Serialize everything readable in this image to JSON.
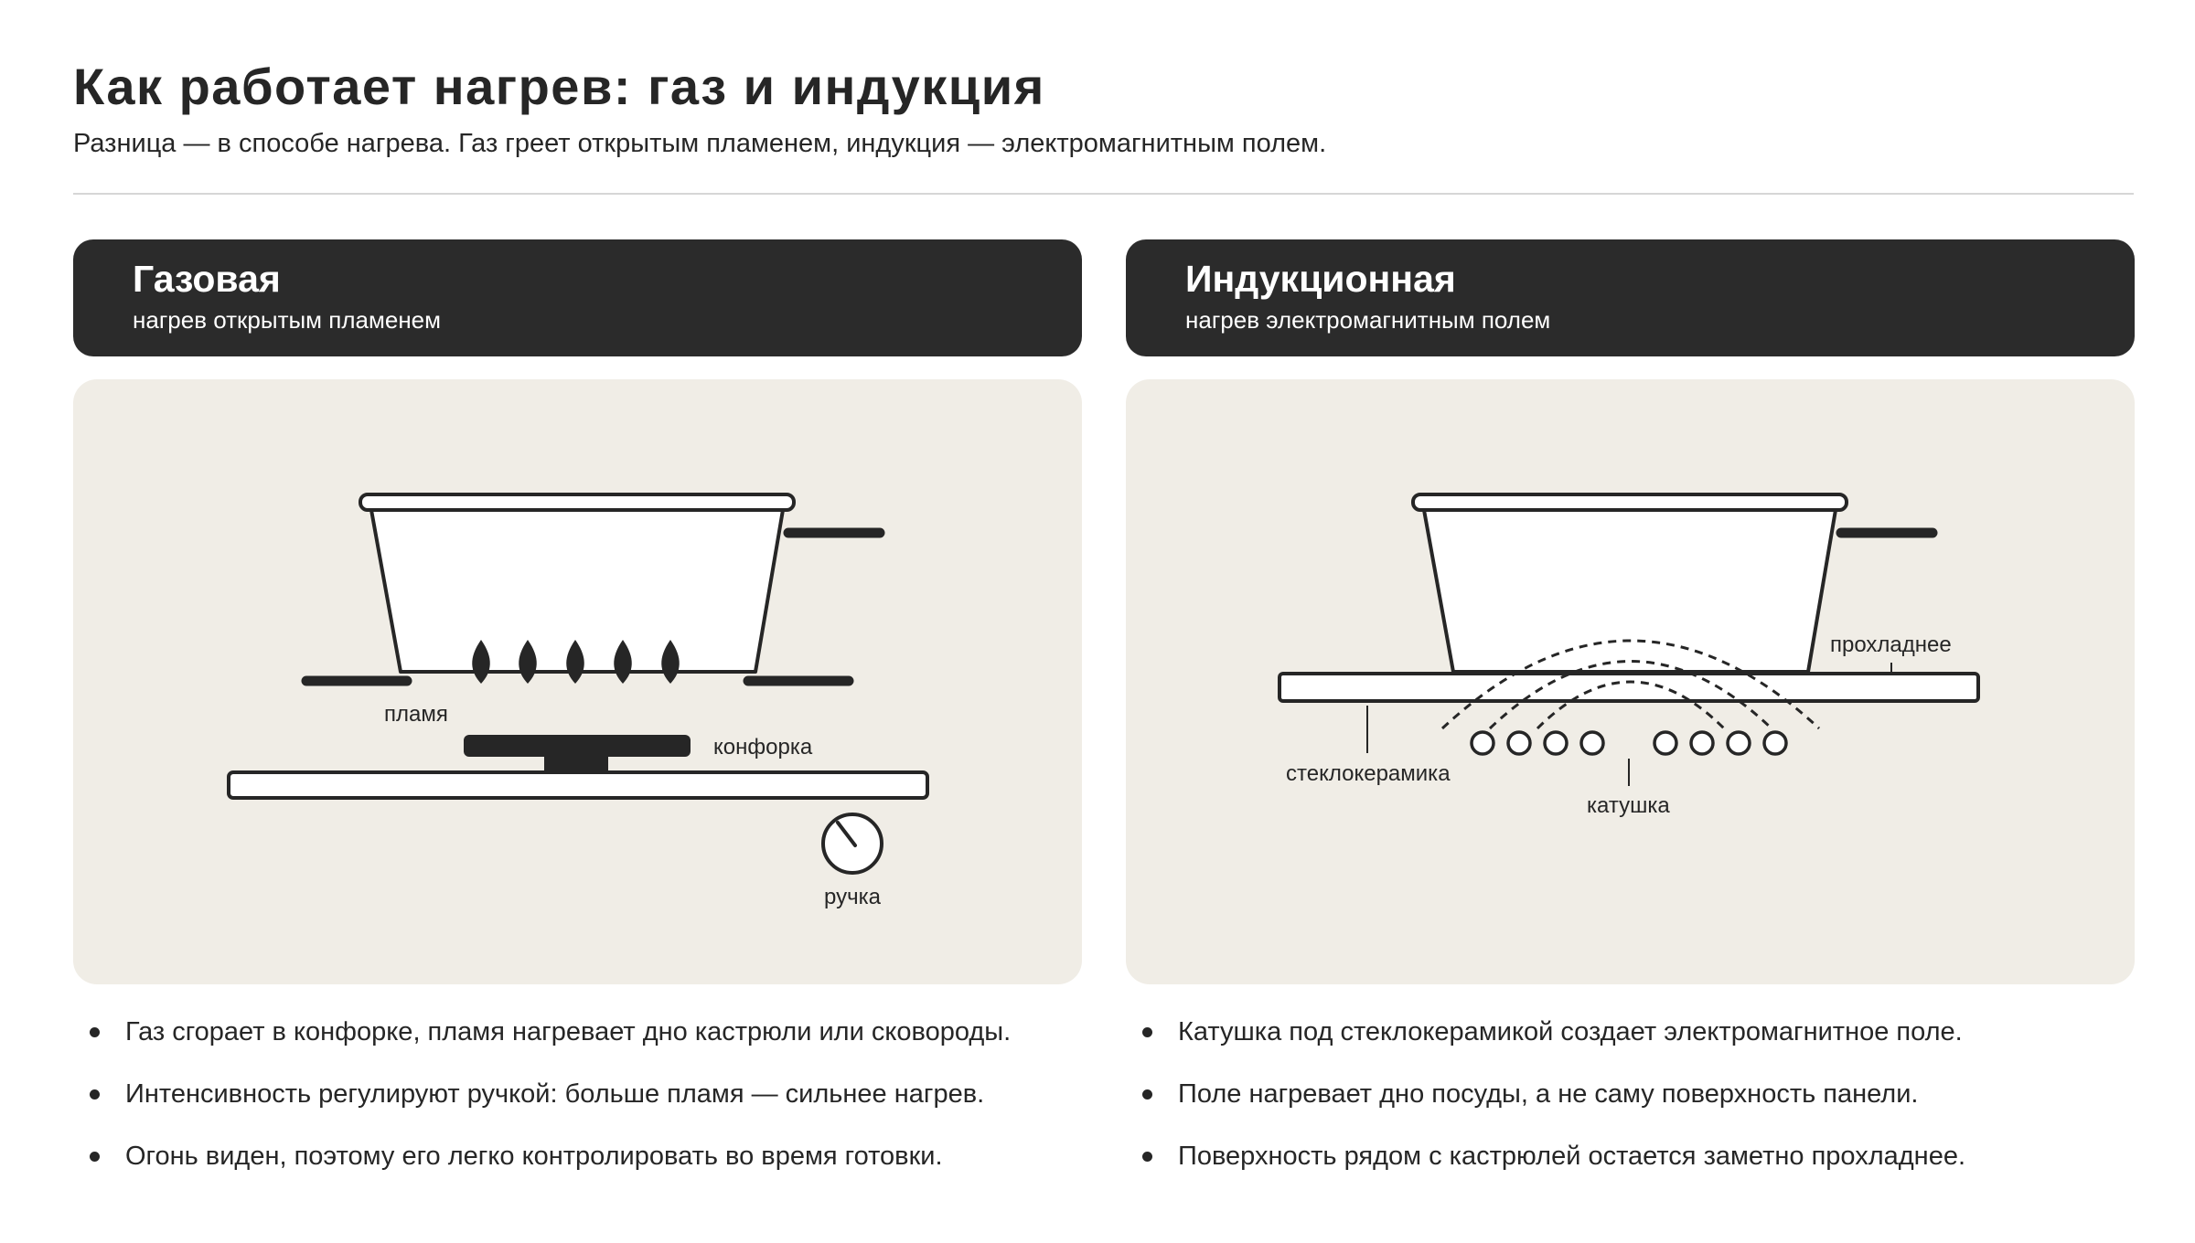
{
  "page": {
    "title": "Как работает нагрев: газ и индукция",
    "subtitle": "Разница — в способе нагрева. Газ греет открытым пламенем, индукция — электромагнитным полем."
  },
  "gas": {
    "title": "Газовая",
    "subtitle": "нагрев открытым пламенем",
    "labels": {
      "flame": "пламя",
      "burner": "конфорка",
      "knob": "ручка"
    },
    "bullets": [
      "Газ сгорает в конфорке, пламя нагревает дно кастрюли или сковороды.",
      "Интенсивность регулируют ручкой: больше пламя — сильнее нагрев.",
      "Огонь виден, поэтому его легко контролировать во время готовки."
    ]
  },
  "induction": {
    "title": "Индукционная",
    "subtitle": "нагрев электромагнитным полем",
    "labels": {
      "cooler": "прохладнее",
      "glass": "стеклокерамика",
      "coil": "катушка"
    },
    "bullets": [
      "Катушка под стеклокерамикой создает электромагнитное поле.",
      "Поле нагревает дно посуды, а не саму поверхность панели.",
      "Поверхность рядом с кастрюлей остается заметно прохладнее."
    ]
  },
  "colors": {
    "ink": "#262626",
    "header_bg": "#2b2b2b",
    "panel_bg": "#f0ede6",
    "pot_fill": "#ffffff"
  }
}
